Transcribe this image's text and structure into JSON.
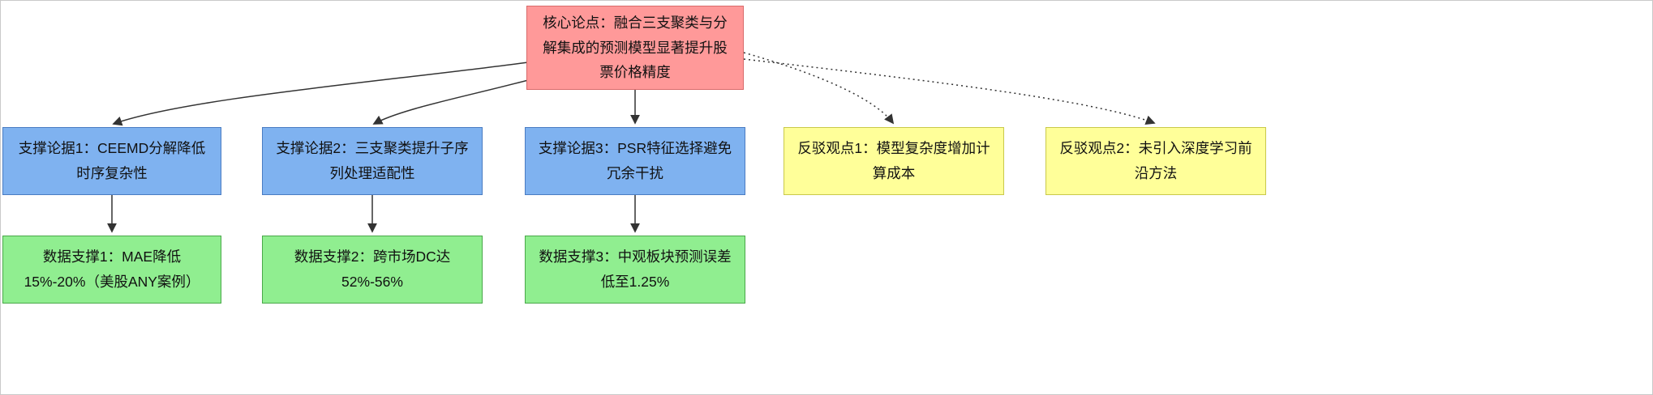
{
  "diagram": {
    "core": {
      "label": "核心论点：融合三支聚类与分解集成的预测模型显著提升股票价格精度"
    },
    "supports": [
      {
        "label": "支撑论据1：CEEMD分解降低时序复杂性"
      },
      {
        "label": "支撑论据2：三支聚类提升子序列处理适配性"
      },
      {
        "label": "支撑论据3：PSR特征选择避免冗余干扰"
      }
    ],
    "rebuttals": [
      {
        "label": "反驳观点1：模型复杂度增加计算成本"
      },
      {
        "label": "反驳观点2：未引入深度学习前沿方法"
      }
    ],
    "evidence": [
      {
        "label": "数据支撑1：MAE降低15%-20%（美股ANY案例）"
      },
      {
        "label": "数据支撑2：跨市场DC达52%-56%"
      },
      {
        "label": "数据支撑3：中观板块预测误差低至1.25%"
      }
    ],
    "colors": {
      "core_fill": "#ff9999",
      "support_fill": "#7fb2f0",
      "rebuttal_fill": "#ffff99",
      "evidence_fill": "#90ee90",
      "edge_stroke": "#333333"
    }
  }
}
